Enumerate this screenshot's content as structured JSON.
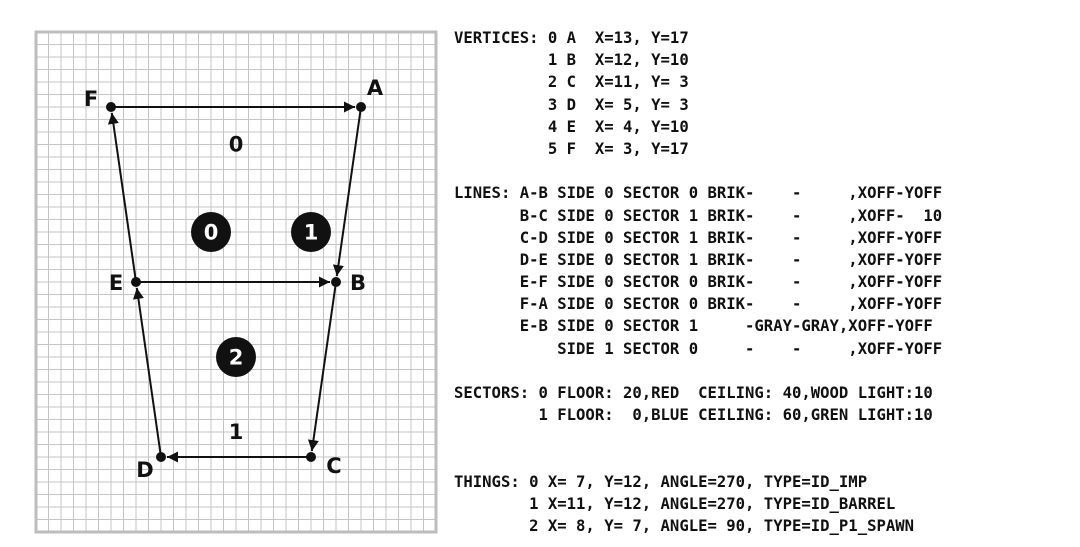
{
  "diagram": {
    "grid_cells": [
      16,
      20
    ],
    "vertices": [
      {
        "label": "A",
        "x": 13,
        "y": 17
      },
      {
        "label": "B",
        "x": 12,
        "y": 10
      },
      {
        "label": "C",
        "x": 11,
        "y": 3
      },
      {
        "label": "D",
        "x": 5,
        "y": 3
      },
      {
        "label": "E",
        "x": 4,
        "y": 10
      },
      {
        "label": "F",
        "x": 3,
        "y": 17
      }
    ],
    "edges": [
      {
        "from": "A",
        "to": "B"
      },
      {
        "from": "B",
        "to": "C"
      },
      {
        "from": "C",
        "to": "D"
      },
      {
        "from": "D",
        "to": "E"
      },
      {
        "from": "E",
        "to": "F"
      },
      {
        "from": "F",
        "to": "A"
      },
      {
        "from": "E",
        "to": "B"
      }
    ],
    "line_labels": [
      {
        "text": "0",
        "x": 8,
        "y": 15.5
      },
      {
        "text": "1",
        "x": 8,
        "y": 4
      }
    ],
    "sector_badges": [
      {
        "text": "0",
        "x": 7,
        "y": 12
      },
      {
        "text": "1",
        "x": 11,
        "y": 12
      },
      {
        "text": "2",
        "x": 8,
        "y": 7
      }
    ],
    "colors": {
      "grid": "#c4c4c4",
      "border": "#bdbdbd",
      "ink": "#111111",
      "badge_text": "#ffffff"
    }
  },
  "listing": [
    "VERTICES: 0 A  X=13, Y=17",
    "          1 B  X=12, Y=10",
    "          2 C  X=11, Y= 3",
    "          3 D  X= 5, Y= 3",
    "          4 E  X= 4, Y=10",
    "          5 F  X= 3, Y=17",
    "",
    "LINES: A-B SIDE 0 SECTOR 0 BRIK-    -     ,XOFF-YOFF",
    "       B-C SIDE 0 SECTOR 1 BRIK-    -     ,XOFF-  10",
    "       C-D SIDE 0 SECTOR 1 BRIK-    -     ,XOFF-YOFF",
    "       D-E SIDE 0 SECTOR 1 BRIK-    -     ,XOFF-YOFF",
    "       E-F SIDE 0 SECTOR 0 BRIK-    -     ,XOFF-YOFF",
    "       F-A SIDE 0 SECTOR 0 BRIK-    -     ,XOFF-YOFF",
    "       E-B SIDE 0 SECTOR 1     -GRAY-GRAY,XOFF-YOFF",
    "           SIDE 1 SECTOR 0     -    -     ,XOFF-YOFF",
    "",
    "SECTORS: 0 FLOOR: 20,RED  CEILING: 40,WOOD LIGHT:10",
    "         1 FLOOR:  0,BLUE CEILING: 60,GREN LIGHT:10",
    "",
    "",
    "THINGS: 0 X= 7, Y=12, ANGLE=270, TYPE=ID_IMP",
    "        1 X=11, Y=12, ANGLE=270, TYPE=ID_BARREL",
    "        2 X= 8, Y= 7, ANGLE= 90, TYPE=ID_P1_SPAWN"
  ]
}
